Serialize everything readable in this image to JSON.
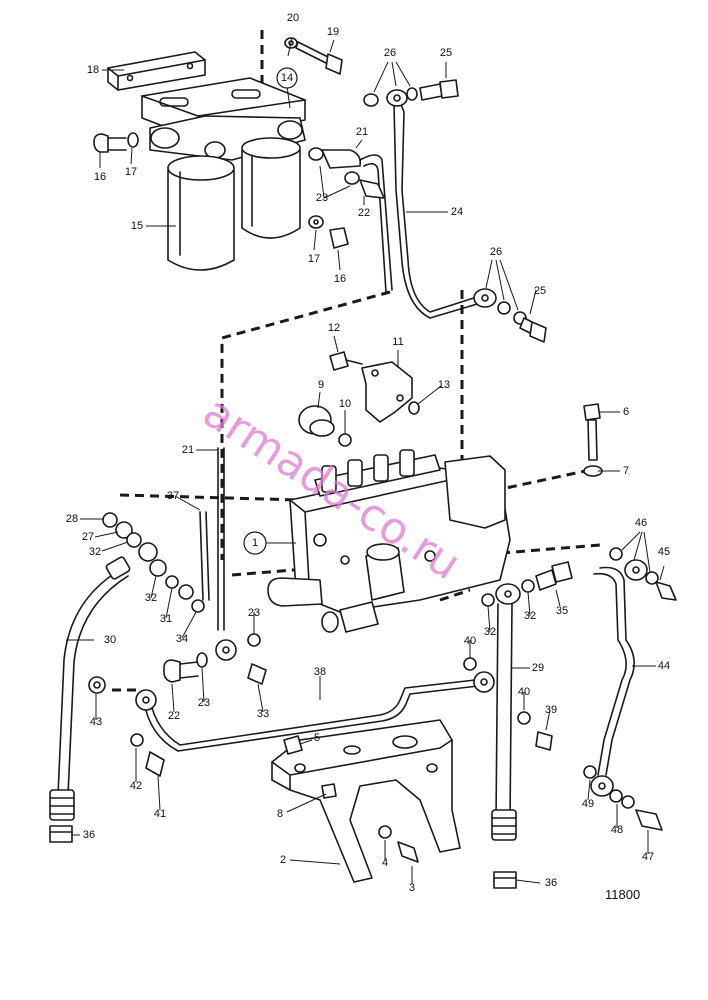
{
  "drawing_number": "11800",
  "watermark": "armada-co.ru",
  "callouts": [
    {
      "id": "n20",
      "text": "20"
    },
    {
      "id": "n19",
      "text": "19"
    },
    {
      "id": "n18",
      "text": "18"
    },
    {
      "id": "n14",
      "text": "14"
    },
    {
      "id": "n26a",
      "text": "26"
    },
    {
      "id": "n25a",
      "text": "25"
    },
    {
      "id": "n16a",
      "text": "16"
    },
    {
      "id": "n17a",
      "text": "17"
    },
    {
      "id": "n21a",
      "text": "21"
    },
    {
      "id": "n23a",
      "text": "23"
    },
    {
      "id": "n22a",
      "text": "22"
    },
    {
      "id": "n15",
      "text": "15"
    },
    {
      "id": "n24",
      "text": "24"
    },
    {
      "id": "n17b",
      "text": "17"
    },
    {
      "id": "n16b",
      "text": "16"
    },
    {
      "id": "n26b",
      "text": "26"
    },
    {
      "id": "n25b",
      "text": "25"
    },
    {
      "id": "n12",
      "text": "12"
    },
    {
      "id": "n11",
      "text": "11"
    },
    {
      "id": "n9",
      "text": "9"
    },
    {
      "id": "n13",
      "text": "13"
    },
    {
      "id": "n10",
      "text": "10"
    },
    {
      "id": "n6",
      "text": "6"
    },
    {
      "id": "n7",
      "text": "7"
    },
    {
      "id": "n21b",
      "text": "21"
    },
    {
      "id": "n37",
      "text": "37"
    },
    {
      "id": "n28",
      "text": "28"
    },
    {
      "id": "n27",
      "text": "27"
    },
    {
      "id": "n32a",
      "text": "32"
    },
    {
      "id": "n1",
      "text": "1"
    },
    {
      "id": "n46",
      "text": "46"
    },
    {
      "id": "n45",
      "text": "45"
    },
    {
      "id": "n32b",
      "text": "32"
    },
    {
      "id": "n31",
      "text": "31"
    },
    {
      "id": "n34",
      "text": "34"
    },
    {
      "id": "n23b",
      "text": "23"
    },
    {
      "id": "n35",
      "text": "35"
    },
    {
      "id": "n32c",
      "text": "32"
    },
    {
      "id": "n32d",
      "text": "32"
    },
    {
      "id": "n30",
      "text": "30"
    },
    {
      "id": "n40a",
      "text": "40"
    },
    {
      "id": "n29",
      "text": "29"
    },
    {
      "id": "n44",
      "text": "44"
    },
    {
      "id": "n38",
      "text": "38"
    },
    {
      "id": "n22b",
      "text": "22"
    },
    {
      "id": "n23c",
      "text": "23"
    },
    {
      "id": "n33",
      "text": "33"
    },
    {
      "id": "n43",
      "text": "43"
    },
    {
      "id": "n40b",
      "text": "40"
    },
    {
      "id": "n39",
      "text": "39"
    },
    {
      "id": "n5",
      "text": "5"
    },
    {
      "id": "n42",
      "text": "42"
    },
    {
      "id": "n41",
      "text": "41"
    },
    {
      "id": "n8",
      "text": "8"
    },
    {
      "id": "n49",
      "text": "49"
    },
    {
      "id": "n48",
      "text": "48"
    },
    {
      "id": "n47",
      "text": "47"
    },
    {
      "id": "n36a",
      "text": "36"
    },
    {
      "id": "n2",
      "text": "2"
    },
    {
      "id": "n4",
      "text": "4"
    },
    {
      "id": "n3",
      "text": "3"
    },
    {
      "id": "n36b",
      "text": "36"
    }
  ]
}
